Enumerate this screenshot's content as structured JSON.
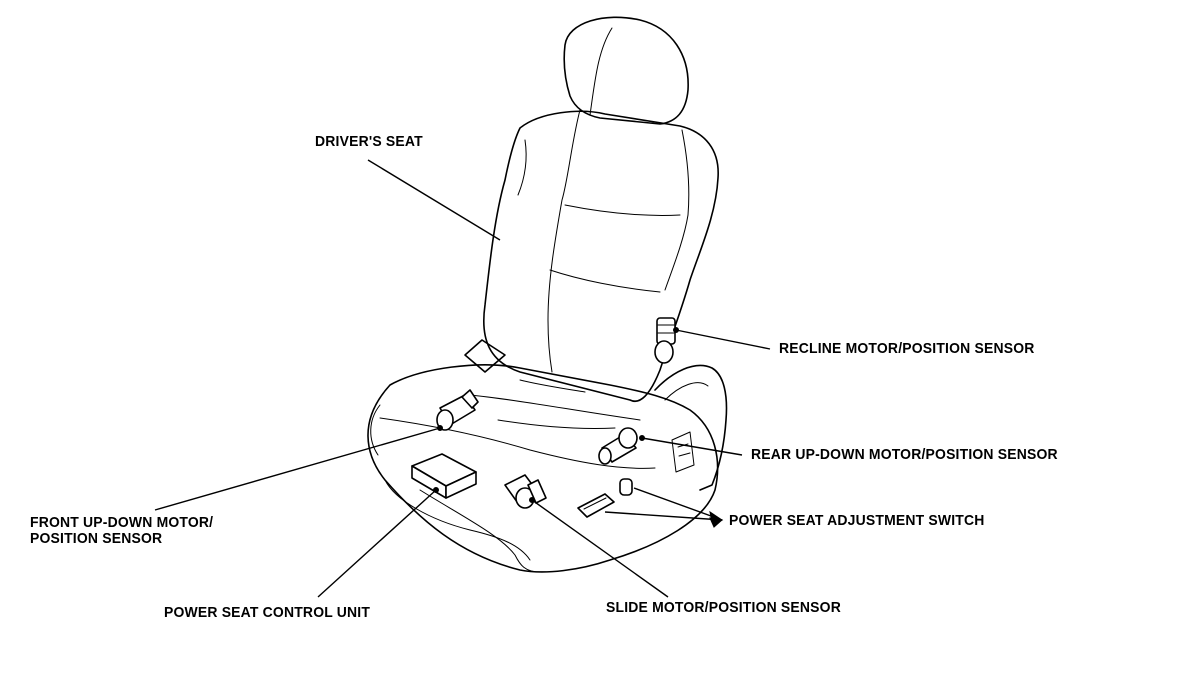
{
  "labels": {
    "drivers_seat": "DRIVER'S SEAT",
    "recline_motor": "RECLINE MOTOR/POSITION SENSOR",
    "rear_updown_motor": "REAR UP-DOWN MOTOR/POSITION SENSOR",
    "front_updown_motor_line1": "FRONT UP-DOWN MOTOR/",
    "front_updown_motor_line2": "POSITION SENSOR",
    "power_seat_adjustment_switch": "POWER SEAT ADJUSTMENT SWITCH",
    "power_seat_control_unit": "POWER SEAT CONTROL UNIT",
    "slide_motor": "SLIDE MOTOR/POSITION SENSOR"
  }
}
